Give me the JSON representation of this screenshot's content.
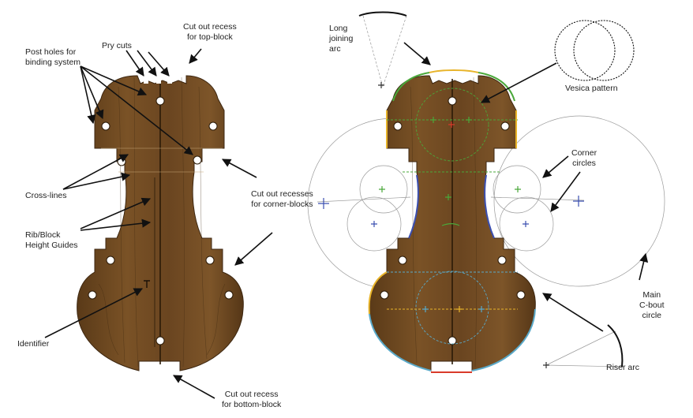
{
  "labels": {
    "cut_top": "Cut out recess\nfor top-block",
    "pry_cuts": "Pry cuts",
    "post_holes": "Post holes for\nbinding system",
    "cross_lines": "Cross-lines",
    "rib_block": "Rib/Block\nHeight Guides",
    "identifier": "Identifier",
    "cut_corner": "Cut out recesses\nfor corner-blocks",
    "cut_bottom": "Cut out recess\nfor bottom-block",
    "long_arc": "Long\njoining\narc",
    "vesica": "Vesica pattern",
    "corner_circles": "Corner\ncircles",
    "main_cbout": "Main\nC-bout\ncircle",
    "riser_arc": "Riser arc"
  },
  "colors": {
    "wood": "#6e4a21",
    "wood_dark": "#4a3015",
    "green": "#4aa83a",
    "yellow": "#e8b42a",
    "blue": "#3b4fb0",
    "cyan": "#5aa9c8",
    "red": "#d93a2a",
    "arrow": "#111111",
    "guide": "#9a9a9a"
  }
}
